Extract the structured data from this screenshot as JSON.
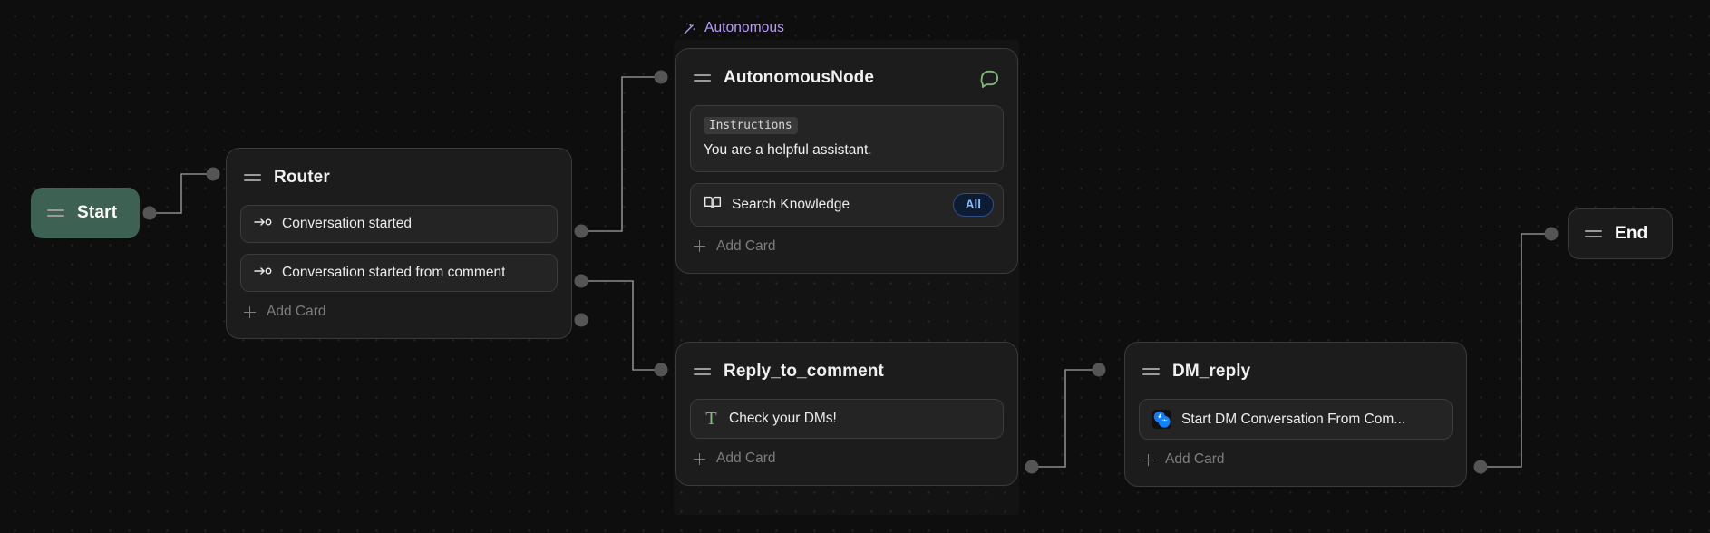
{
  "canvas": {
    "background_color": "#0e0e0e",
    "dot_color": "#262626"
  },
  "group": {
    "label": "Autonomous",
    "icon": "magic-wand-sparkles-icon",
    "color": "#b79dfa"
  },
  "nodes": {
    "start": {
      "label": "Start",
      "color": "#3d6254",
      "grip_icon": "drag-handle-icon"
    },
    "end": {
      "label": "End",
      "color": "#1b1b1b",
      "grip_icon": "drag-handle-icon"
    },
    "router": {
      "title": "Router",
      "grip_icon": "drag-handle-icon",
      "slots": [
        {
          "icon": "arrow-to-port-icon",
          "label": "Conversation started"
        },
        {
          "icon": "arrow-to-port-icon",
          "label": "Conversation started from comment"
        }
      ],
      "add_card": "Add Card"
    },
    "autonomous_node": {
      "title": "AutonomousNode",
      "grip_icon": "drag-handle-icon",
      "head_icon": "chat-bubble-icon",
      "head_icon_color": "#7fba7a",
      "instructions": {
        "chip": "Instructions",
        "text": "You are a helpful assistant."
      },
      "tool": {
        "icon": "book-open-icon",
        "label": "Search Knowledge",
        "badge": "All",
        "badge_color": "#8fbcf5"
      },
      "add_card": "Add Card"
    },
    "reply_to_comment": {
      "title": "Reply_to_comment",
      "grip_icon": "drag-handle-icon",
      "slots": [
        {
          "icon": "text-t-icon",
          "label": "Check your DMs!",
          "icon_color": "#7fba7a"
        }
      ],
      "add_card": "Add Card"
    },
    "dm_reply": {
      "title": "DM_reply",
      "grip_icon": "drag-handle-icon",
      "slots": [
        {
          "icon": "facebook-messenger-icon",
          "label": "Start DM Conversation From Com..."
        }
      ],
      "add_card": "Add Card"
    }
  }
}
